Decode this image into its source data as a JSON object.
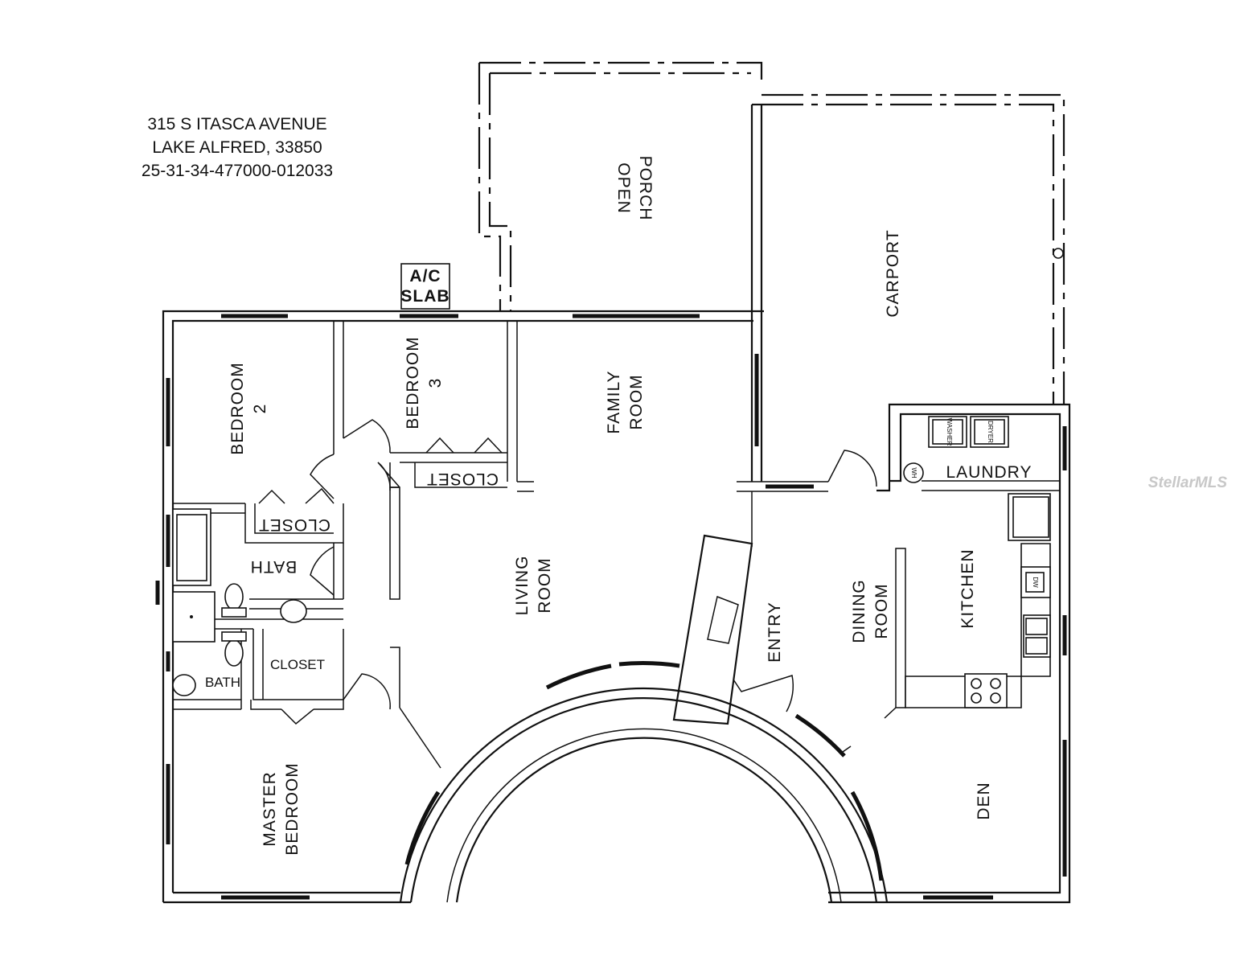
{
  "address": {
    "line1": "315 S ITASCA AVENUE",
    "line2": "LAKE ALFRED, 33850",
    "line3": "25-31-34-477000-012033"
  },
  "ac_slab": {
    "line1": "A/C",
    "line2": "SLAB"
  },
  "rooms": {
    "open_porch": [
      "OPEN",
      "PORCH"
    ],
    "carport": [
      "CARPORT"
    ],
    "bedroom2": [
      "BEDROOM",
      "2"
    ],
    "bedroom3": [
      "BEDROOM",
      "3"
    ],
    "family_room": [
      "FAMILY",
      "ROOM"
    ],
    "laundry": [
      "LAUNDRY"
    ],
    "closet_bed3": [
      "CLOSET"
    ],
    "closet_bed2": [
      "CLOSET"
    ],
    "bath_hall": [
      "BATH"
    ],
    "kitchen": [
      "KITCHEN"
    ],
    "living_room": [
      "LIVING",
      "ROOM"
    ],
    "entry": [
      "ENTRY"
    ],
    "dining_room": [
      "DINING",
      "ROOM"
    ],
    "closet_master": [
      "CLOSET"
    ],
    "bath_master": [
      "BATH"
    ],
    "master_bedroom": [
      "MASTER",
      "BEDROOM"
    ],
    "den": [
      "DEN"
    ]
  },
  "appliances": {
    "washer": "WASHER",
    "dryer": "DRYER",
    "water_heater": "WH",
    "dishwasher": "DW"
  },
  "watermark": "StellarMLS"
}
